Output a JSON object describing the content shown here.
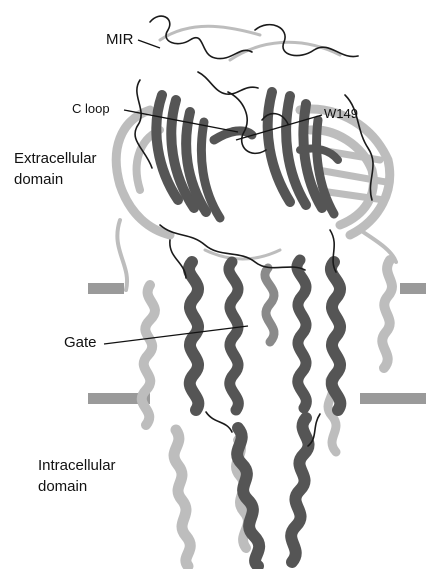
{
  "labels": {
    "mir": "MIR",
    "c_loop": "C loop",
    "w149": "W149",
    "extracellular_line1": "Extracellular",
    "extracellular_line2": "domain",
    "gate": "Gate",
    "intracellular_line1": "Intracellular",
    "intracellular_line2": "domain"
  },
  "colors": {
    "background": "#ffffff",
    "membrane_bar": "#9a9a9a",
    "front_subunit_dark": "#555555",
    "back_subunit_light": "#bdbdbd",
    "loop_trace": "#1a1a1a",
    "label_text": "#111111"
  }
}
